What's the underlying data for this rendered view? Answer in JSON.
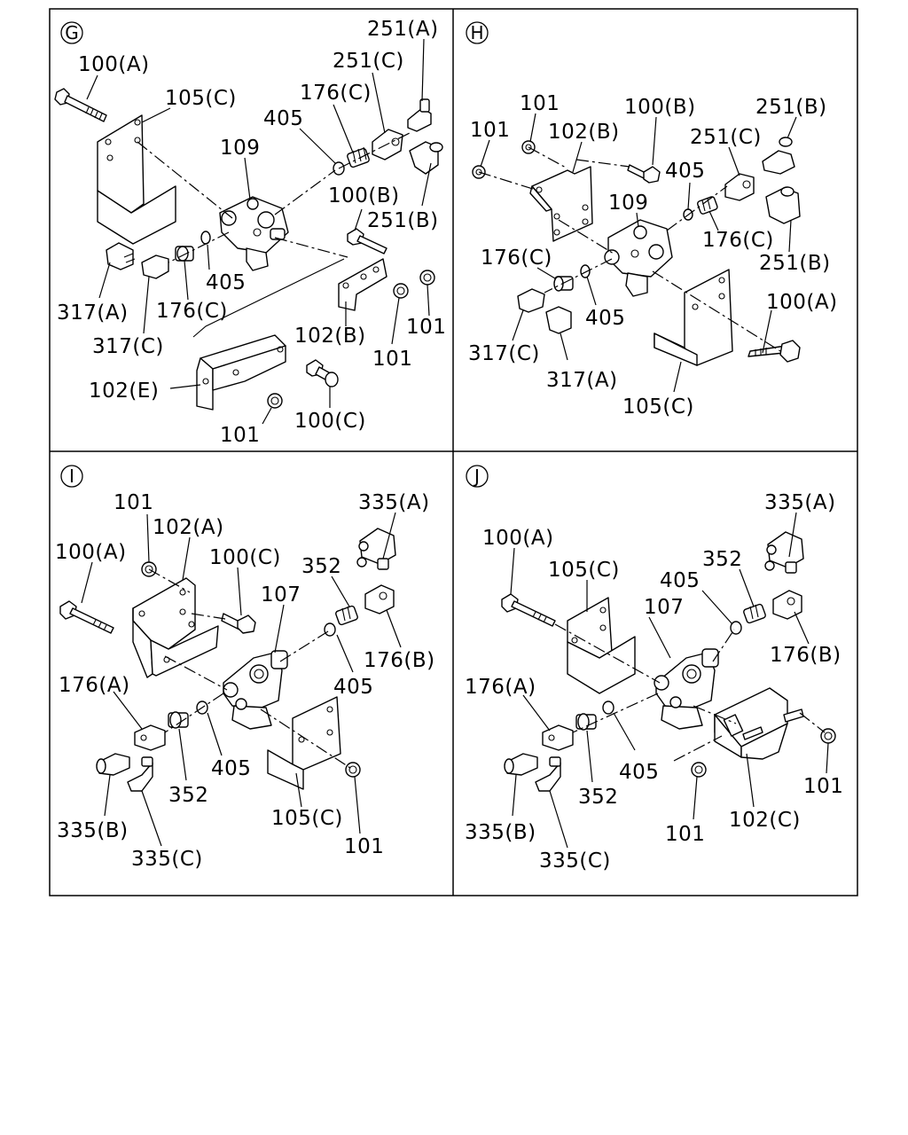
{
  "panels": [
    {
      "id": "G",
      "labels": [
        "251(A)",
        "100(A)",
        "251(C)",
        "105(C)",
        "176(C)",
        "405",
        "109",
        "100(B)",
        "251(B)",
        "405",
        "317(A)",
        "176(C)",
        "317(C)",
        "102(B)",
        "101",
        "101",
        "102(E)",
        "100(C)",
        "101"
      ]
    },
    {
      "id": "H",
      "labels": [
        "101",
        "100(B)",
        "251(B)",
        "101",
        "102(B)",
        "251(C)",
        "405",
        "109",
        "176(C)",
        "176(C)",
        "251(B)",
        "405",
        "100(A)",
        "317(C)",
        "317(A)",
        "105(C)"
      ]
    },
    {
      "id": "I",
      "labels": [
        "101",
        "335(A)",
        "102(A)",
        "100(A)",
        "100(C)",
        "352",
        "107",
        "176(B)",
        "405",
        "176(A)",
        "405",
        "352",
        "335(B)",
        "105(C)",
        "335(C)",
        "101"
      ]
    },
    {
      "id": "J",
      "labels": [
        "335(A)",
        "100(A)",
        "105(C)",
        "352",
        "405",
        "107",
        "176(B)",
        "176(A)",
        "405",
        "352",
        "101",
        "335(B)",
        "101",
        "102(C)",
        "335(C)"
      ]
    }
  ]
}
